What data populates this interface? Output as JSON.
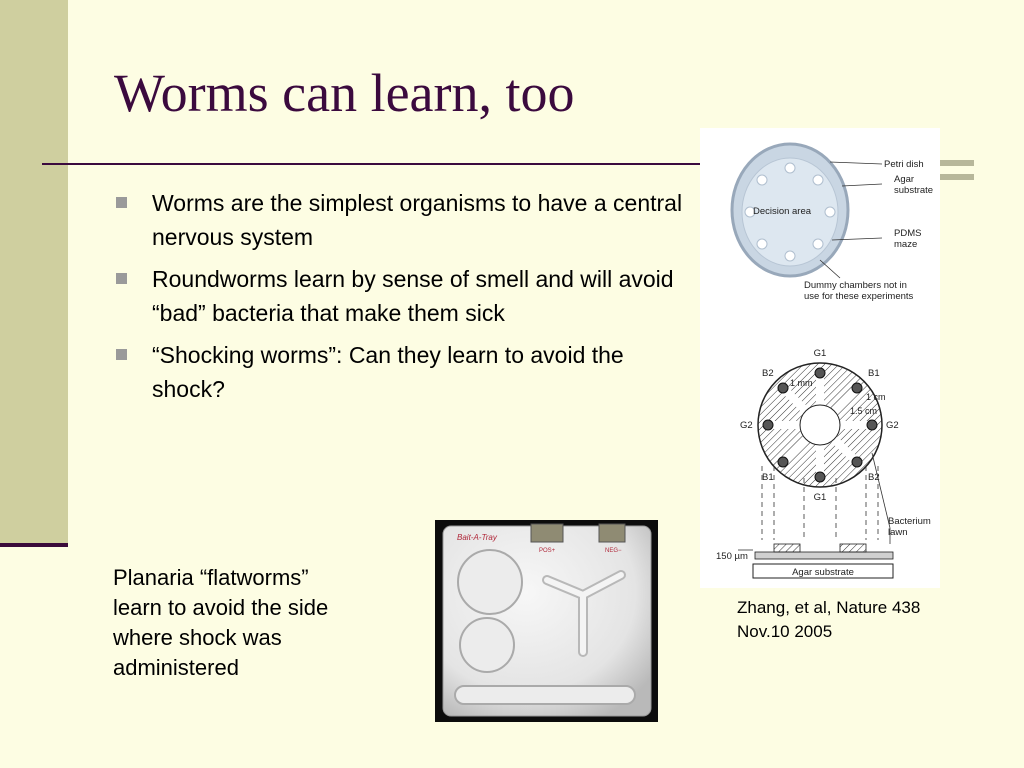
{
  "slide": {
    "title": "Worms can learn, too",
    "bullets": [
      "Worms are the simplest organisms to have a central nervous system",
      "Roundworms learn by sense of smell and will avoid “bad” bacteria that make them sick",
      "“Shocking worms”: Can they learn to avoid the shock?"
    ],
    "caption_left_lines": [
      "Planaria “flatworms”",
      "learn to avoid the side",
      "where shock was",
      "administered"
    ],
    "citation_lines": [
      "Zhang, et al, Nature 438",
      "Nov.10 2005"
    ]
  },
  "figure_top": {
    "labels": {
      "petri_dish": "Petri dish",
      "agar_substrate": "Agar substrate",
      "pdms_maze": "PDMS maze",
      "dummy_chambers": "Dummy chambers not in use for these experiments",
      "decision_area": "Decision area"
    }
  },
  "figure_bottom": {
    "labels": {
      "g1_top": "G1",
      "b1": "B1",
      "b2_top": "B2",
      "g2_left": "G2",
      "g2_right": "G2",
      "b1_lower": "B1",
      "b2_lower": "B2",
      "g1_bottom": "G1",
      "dim_1mm": "1 mm",
      "dim_1cm": "1 cm",
      "dim_15cm": "1.5 cm",
      "bacterium_lawn": "Bacterium lawn",
      "thickness": "150 µm",
      "agar_substrate": "Agar substrate"
    }
  },
  "photo": {
    "brand_text": "Bait-A-Tray",
    "pos_label": "POS+",
    "neg_label": "NEG−"
  },
  "colors": {
    "background": "#fdfde3",
    "left_band": "#cfcf9f",
    "title": "#3b0a3e",
    "bullet_marker": "#9a9a9a"
  }
}
